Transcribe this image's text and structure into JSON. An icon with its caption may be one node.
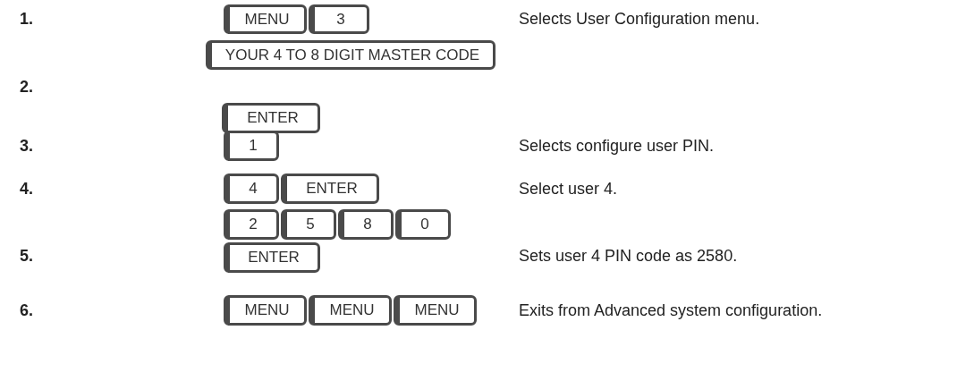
{
  "diagram": {
    "nodes": [
      {
        "text": [
          "MENU"
        ]
      },
      {
        "text": [
          "3"
        ]
      },
      {
        "text": [
          "YOUR 4 TO 8 DIGIT MASTER CODE"
        ]
      },
      {
        "text": [
          "ENTER"
        ]
      },
      {
        "text": [
          "1"
        ]
      },
      {
        "text": [
          "4"
        ]
      },
      {
        "text": [
          "ENTER"
        ]
      },
      {
        "text": [
          "2"
        ]
      },
      {
        "text": [
          "5"
        ]
      },
      {
        "text": [
          "8"
        ]
      },
      {
        "text": [
          "0"
        ]
      },
      {
        "text": [
          "ENTER"
        ]
      },
      {
        "text": [
          "MENU"
        ]
      },
      {
        "text": [
          "MENU"
        ]
      },
      {
        "text": [
          "MENU"
        ]
      }
    ],
    "labels": [
      "1.",
      "Selects User Configuration menu.",
      "2.",
      "3.",
      "Selects configure user PIN.",
      "4.",
      "Select user 4.",
      "5.",
      "Sets user 4 PIN code as 2580.",
      "6.",
      "Exits from Advanced system configuration."
    ]
  }
}
